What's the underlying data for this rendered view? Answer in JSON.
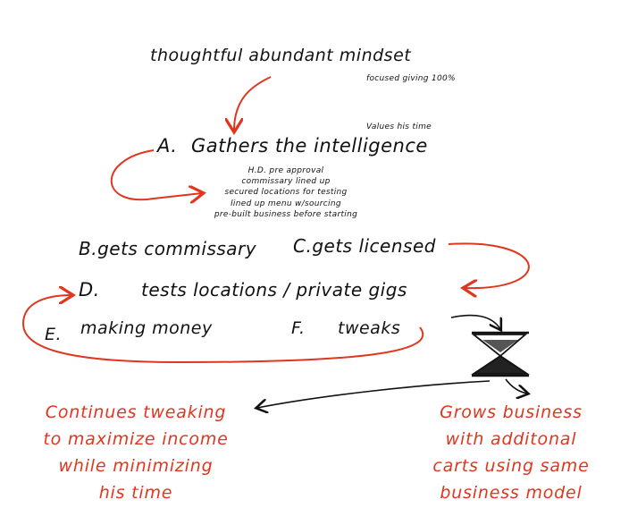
{
  "mindset": "thoughtful abundant mindset",
  "mindset_note": "focused giving 100%",
  "time_note": "Values his time",
  "step_a": {
    "letter": "A.",
    "text": "Gathers the intelligence"
  },
  "intel_items": [
    "H.D. pre approval",
    "commissary lined up",
    "secured locations for testing",
    "lined up menu w/sourcing",
    "pre-built business before starting"
  ],
  "step_b": "B.gets commissary",
  "step_c": "C.gets licensed",
  "step_d": {
    "letter": "D.",
    "text": "tests locations / private gigs"
  },
  "step_e": {
    "letter": "E.",
    "text": "making money"
  },
  "step_f": {
    "letter": "F.",
    "text": "tweaks"
  },
  "left_outcome": [
    "Continues tweaking",
    "to maximize income",
    "while minimizing",
    "his time"
  ],
  "right_outcome": [
    "Grows business",
    "with additonal",
    "carts using same",
    "business model"
  ],
  "colors": {
    "ink": "#111111",
    "accent": "#e0361f"
  }
}
